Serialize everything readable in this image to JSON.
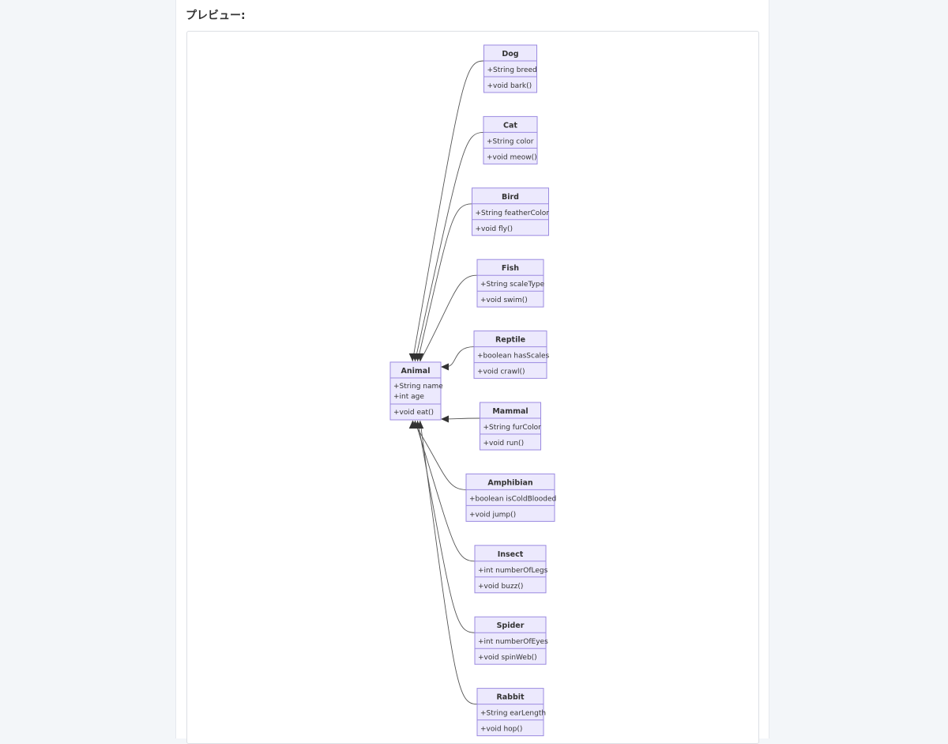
{
  "preview": {
    "title": "プレビュー:"
  },
  "diagram": {
    "base": {
      "name": "Animal",
      "attributes": [
        "+String name",
        "+int age"
      ],
      "methods": [
        "+void eat()"
      ]
    },
    "classes": [
      {
        "name": "Dog",
        "attributes": [
          "+String breed"
        ],
        "methods": [
          "+void bark()"
        ]
      },
      {
        "name": "Cat",
        "attributes": [
          "+String color"
        ],
        "methods": [
          "+void meow()"
        ]
      },
      {
        "name": "Bird",
        "attributes": [
          "+String featherColor"
        ],
        "methods": [
          "+void fly()"
        ]
      },
      {
        "name": "Fish",
        "attributes": [
          "+String scaleType"
        ],
        "methods": [
          "+void swim()"
        ]
      },
      {
        "name": "Reptile",
        "attributes": [
          "+boolean hasScales"
        ],
        "methods": [
          "+void crawl()"
        ]
      },
      {
        "name": "Mammal",
        "attributes": [
          "+String furColor"
        ],
        "methods": [
          "+void run()"
        ]
      },
      {
        "name": "Amphibian",
        "attributes": [
          "+boolean isColdBlooded"
        ],
        "methods": [
          "+void jump()"
        ]
      },
      {
        "name": "Insect",
        "attributes": [
          "+int numberOfLegs"
        ],
        "methods": [
          "+void buzz()"
        ]
      },
      {
        "name": "Spider",
        "attributes": [
          "+int numberOfEyes"
        ],
        "methods": [
          "+void spinWeb()"
        ]
      },
      {
        "name": "Rabbit",
        "attributes": [
          "+String earLength"
        ],
        "methods": [
          "+void hop()"
        ]
      }
    ]
  },
  "colors": {
    "class_fill": "#ece9fd",
    "class_stroke": "#9b8ae0",
    "edge": "#555555"
  }
}
